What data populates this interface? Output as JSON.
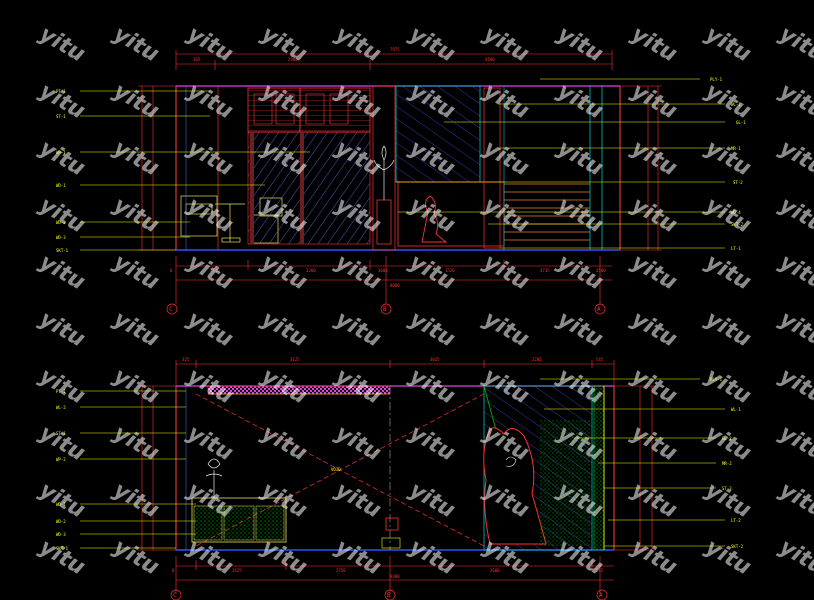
{
  "watermark": "yitu",
  "elevation_1": {
    "top_dims": [
      "305",
      "2900",
      "4180"
    ],
    "overall_dim": "7975",
    "bottom_dims": [
      "8",
      "2440",
      "3260",
      "3600",
      "1520",
      "4735",
      "2500"
    ],
    "bottom_total": "8000",
    "grid_labels": [
      "C",
      "B",
      "A"
    ],
    "left_callouts": [
      "PT-1",
      "ST-1",
      "WP-1",
      "WD-1",
      "WD-2",
      "WD-3",
      "SKT-1"
    ],
    "right_callouts": [
      "PLY-1",
      "WL-1",
      "GL-1",
      "MR-1",
      "ST-2",
      "WD-4",
      "SKT-2",
      "LT-1"
    ],
    "center_note": ""
  },
  "elevation_2": {
    "top_dims": [
      "325",
      "3125",
      "3025",
      "2200",
      "545"
    ],
    "bottom_dims": [
      "8",
      "1425",
      "2750",
      "2600",
      "545"
    ],
    "bottom_total": "9300",
    "grid_labels": [
      "C",
      "B",
      "A"
    ],
    "left_callouts": [
      "PT-1",
      "WL-2",
      "ST-1",
      "WP-2",
      "WD-1",
      "WD-2",
      "WD-3",
      "SKT-1"
    ],
    "right_callouts": [
      "PLY-1",
      "WL-1",
      "GL-2",
      "MR-2",
      "ST-3",
      "LT-2",
      "SKT-2"
    ],
    "center_note": "VOID"
  }
}
